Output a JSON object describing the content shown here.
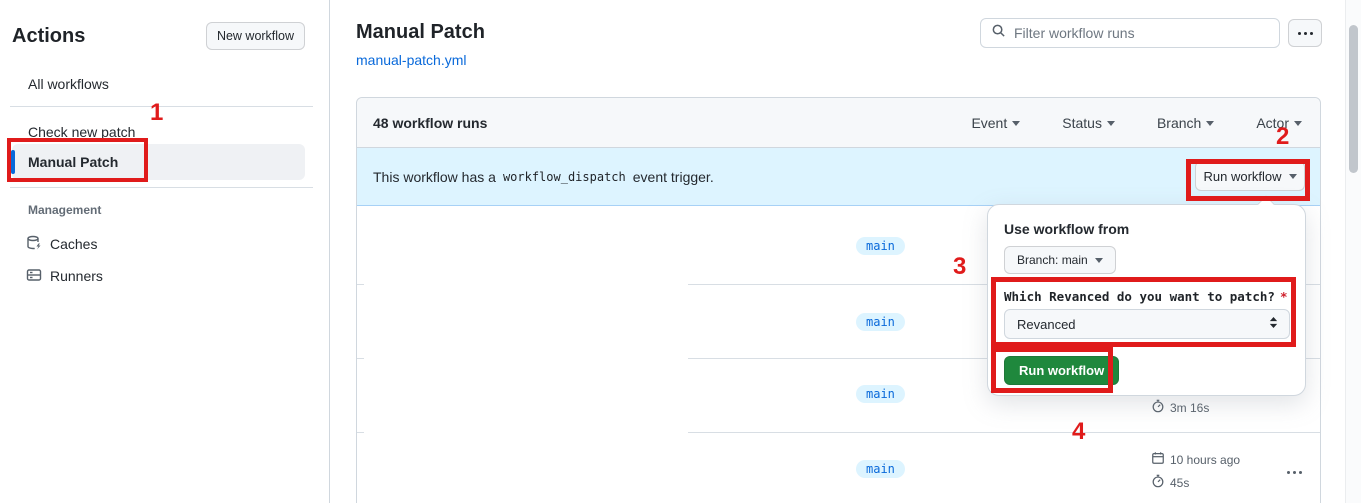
{
  "colors": {
    "accent_blue": "#0969da",
    "banner_bg": "#ddf4ff",
    "header_bg": "#f6f8fa",
    "border": "#d0d7de",
    "green_button": "#1f883d",
    "annotation_red": "#e01b1b",
    "tab_indicator_orange": "#fd8c73",
    "badge_bg": "#ddf4ff",
    "badge_text": "#0969da"
  },
  "sidebar": {
    "title": "Actions",
    "new_workflow_button": "New workflow",
    "items": [
      {
        "label": "All workflows"
      },
      {
        "label": "Check new patch"
      },
      {
        "label": "Manual Patch",
        "selected": true
      }
    ],
    "management": {
      "label": "Management",
      "items": [
        {
          "icon": "cache-icon",
          "label": "Caches"
        },
        {
          "icon": "runners-icon",
          "label": "Runners"
        }
      ]
    }
  },
  "main": {
    "title": "Manual Patch",
    "workflow_file": "manual-patch.yml",
    "filter": {
      "placeholder": "Filter workflow runs",
      "icon": "search-icon"
    }
  },
  "runs_panel": {
    "count": "48 workflow runs",
    "filters": [
      {
        "label": "Event"
      },
      {
        "label": "Status"
      },
      {
        "label": "Branch"
      },
      {
        "label": "Actor"
      }
    ],
    "banner": {
      "text_before": "This workflow has a",
      "code": "workflow_dispatch",
      "text_after": "event trigger.",
      "run_workflow_button": "Run workflow"
    },
    "rows": [
      {
        "branch": "main"
      },
      {
        "branch": "main"
      },
      {
        "branch": "main",
        "duration": "3m 16s"
      },
      {
        "branch": "main",
        "started": "10 hours ago",
        "duration": "45s"
      }
    ]
  },
  "popup": {
    "heading": "Use workflow from",
    "branch_selector": "Branch: main",
    "input_label": "Which Revanced do you want to patch?",
    "required_mark": "*",
    "select_value": "Revanced",
    "run_button": "Run workflow"
  },
  "annotations": {
    "step1": "1",
    "step2": "2",
    "step3": "3",
    "step4": "4"
  }
}
